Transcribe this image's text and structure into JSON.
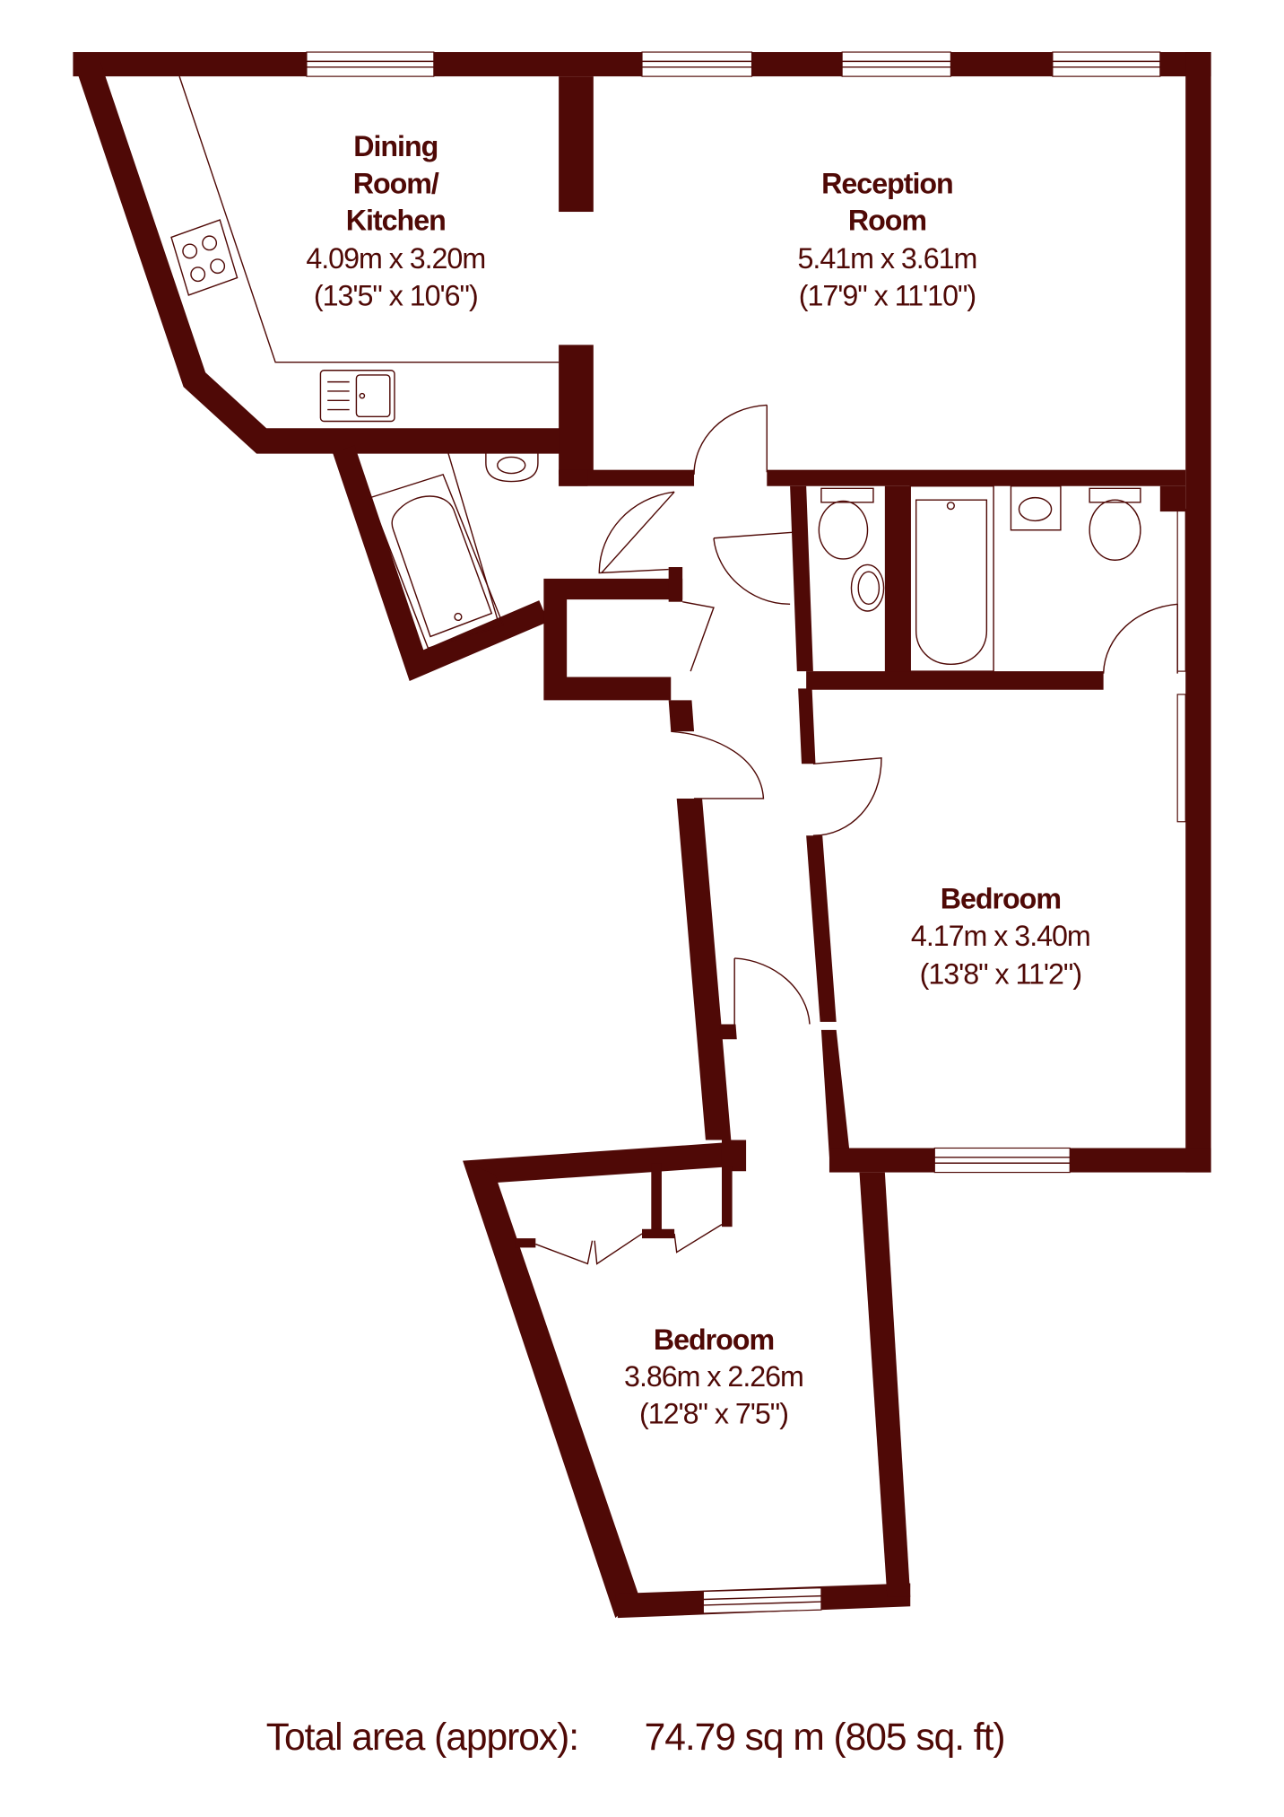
{
  "rooms": {
    "dining_kitchen": {
      "name_line1": "Dining",
      "name_line2": "Room/",
      "name_line3": "Kitchen",
      "metric": "4.09m x 3.20m",
      "imperial": "(13'5\" x 10'6\")"
    },
    "reception": {
      "name_line1": "Reception",
      "name_line2": "Room",
      "metric": "5.41m x 3.61m",
      "imperial": "(17'9\" x 11'10\")"
    },
    "bedroom_1": {
      "name": "Bedroom",
      "metric": "4.17m x 3.40m",
      "imperial": "(13'8\" x 11'2\")"
    },
    "bedroom_2": {
      "name": "Bedroom",
      "metric": "3.86m x 2.26m",
      "imperial": "(12'8\" x 7'5\")"
    }
  },
  "total": {
    "label": "Total area (approx):",
    "value": "74.79 sq m (805 sq. ft)"
  },
  "colors": {
    "wall": "#4f0906",
    "background": "#ffffff"
  }
}
